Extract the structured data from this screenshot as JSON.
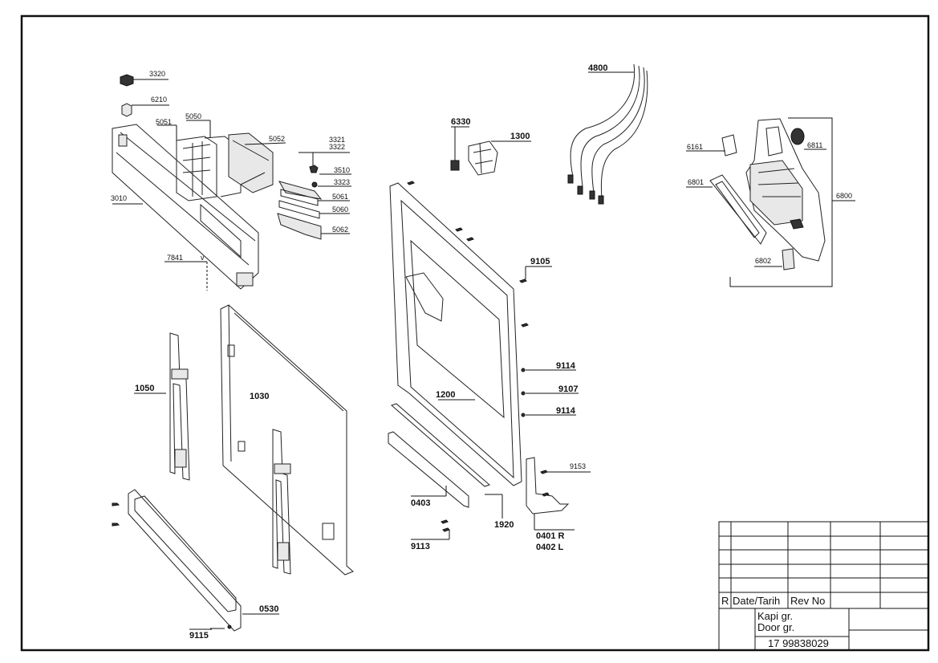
{
  "labels": {
    "p3320": "3320",
    "p6210": "6210",
    "p5051": "5051",
    "p5050": "5050",
    "p5052": "5052",
    "p3321": "3321",
    "p3322": "3322",
    "p3510": "3510",
    "p3323": "3323",
    "p5061": "5061",
    "p5060": "5060",
    "p5062": "5062",
    "p3010": "3010",
    "p7841": "7841",
    "p7841v": "v",
    "p1050": "1050",
    "p1030": "1030",
    "p0530": "0530",
    "p9115": "9115",
    "p6330": "6330",
    "p1300": "1300",
    "p4800": "4800",
    "p9105": "9105",
    "p9114a": "9114",
    "p9107": "9107",
    "p9114b": "9114",
    "p1200": "1200",
    "p9153": "9153",
    "p0403": "0403",
    "p1920": "1920",
    "p0401": "0401 R",
    "p0402": "0402 L",
    "p9113": "9113",
    "p6161": "6161",
    "p6811": "6811",
    "p6801": "6801",
    "p6800": "6800",
    "p6802": "6802"
  },
  "title_block": {
    "rev_col": "R",
    "date_col": "Date/Tarih",
    "revno_col": "Rev No",
    "group_tr": "Kapi gr.",
    "group_en": "Door gr.",
    "doc_number": "17 99838029"
  }
}
